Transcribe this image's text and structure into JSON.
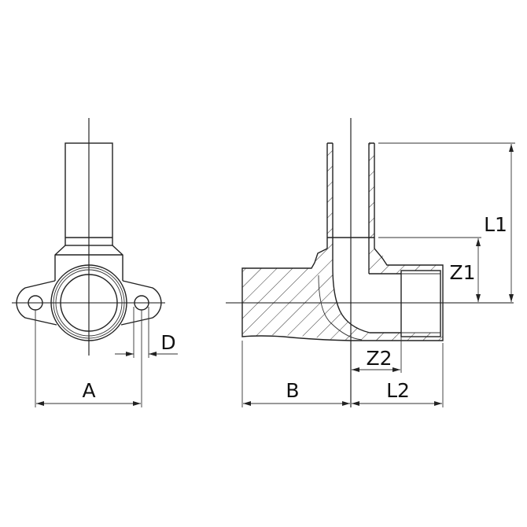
{
  "labels": {
    "A": "A",
    "D": "D",
    "B": "B",
    "L1": "L1",
    "Z1": "Z1",
    "Z2": "Z2",
    "L2": "L2"
  },
  "colors": {
    "line": "#222222",
    "background": "#ffffff"
  }
}
